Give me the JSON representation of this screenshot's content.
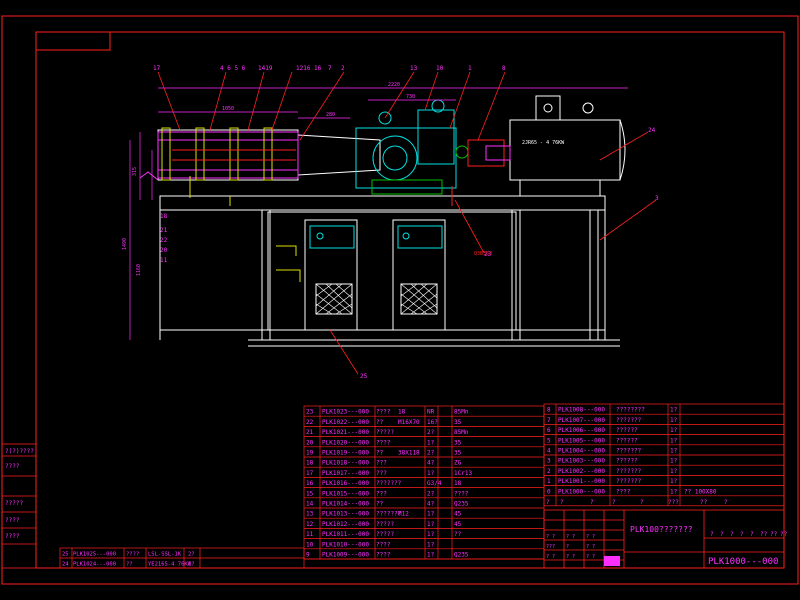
{
  "colors": {
    "background": "#000000",
    "frame": "#ff2020",
    "geometry": "#ffffff",
    "cyan": "#00e0e0",
    "magenta": "#ff30ff",
    "yellow": "#e0e000",
    "green": "#00c000"
  },
  "callouts": [
    "17",
    "4 6 5 6",
    "1419",
    "1216 16",
    "7",
    "2",
    "13",
    "10",
    "1",
    "8",
    "24",
    "3",
    "18",
    "21",
    "22",
    "20",
    "11",
    "25",
    "23"
  ],
  "dimensions": [
    "1050",
    "280",
    "2220",
    "730",
    "1490",
    "1160",
    "315",
    "2JR65 - 4 76KW",
    "Q3B353"
  ],
  "parts_left": [
    {
      "no": "23",
      "code": "PLK1023---000",
      "name": "????",
      "qty": "18",
      "mat": "NR",
      "note": "85Mn"
    },
    {
      "no": "22",
      "code": "PLK1022---000",
      "name": "??",
      "qty": "M16X70",
      "mat": "16?",
      "note": "35"
    },
    {
      "no": "21",
      "code": "PLK1021---000",
      "name": "?????",
      "qty": "",
      "mat": "2?",
      "note": "85Mn"
    },
    {
      "no": "20",
      "code": "PLK1020---000",
      "name": "????",
      "qty": "",
      "mat": "1?",
      "note": "35"
    },
    {
      "no": "19",
      "code": "PLK1019---000",
      "name": "??",
      "qty": "38X118",
      "mat": "2?",
      "note": "35"
    },
    {
      "no": "18",
      "code": "PLK1018---000",
      "name": "???",
      "qty": "",
      "mat": "4?",
      "note": "ZG"
    },
    {
      "no": "17",
      "code": "PLK1017---000",
      "name": "???",
      "qty": "",
      "mat": "1?",
      "note": "1Cr13"
    },
    {
      "no": "16",
      "code": "PLK1016---000",
      "name": "???????",
      "qty": "",
      "mat": "G3/4",
      "note": "18"
    },
    {
      "no": "15",
      "code": "PLK1015---000",
      "name": "???",
      "qty": "",
      "mat": "2?",
      "note": "????"
    },
    {
      "no": "14",
      "code": "PLK1014---000",
      "name": "??",
      "qty": "",
      "mat": "4?",
      "note": "Q235"
    },
    {
      "no": "13",
      "code": "PLK1013---000",
      "name": "???????",
      "qty": "M12",
      "mat": "1?",
      "note": "45"
    },
    {
      "no": "12",
      "code": "PLK1012---000",
      "name": "?????",
      "qty": "",
      "mat": "1?",
      "note": "45"
    },
    {
      "no": "11",
      "code": "PLK1011---000",
      "name": "?????",
      "qty": "",
      "mat": "1?",
      "note": "??"
    },
    {
      "no": "10",
      "code": "PLK1010---000",
      "name": "????",
      "qty": "",
      "mat": "1?",
      "note": ""
    },
    {
      "no": "9",
      "code": "PLK1009---000",
      "name": "????",
      "qty": "",
      "mat": "1?",
      "note": "Q235"
    }
  ],
  "parts_right": [
    {
      "no": "8",
      "code": "PLK1008---000",
      "name": "????????",
      "qty": "1?",
      "note": ""
    },
    {
      "no": "7",
      "code": "PLK1007---000",
      "name": "???????",
      "qty": "1?",
      "note": ""
    },
    {
      "no": "6",
      "code": "PLK1006---000",
      "name": "??????",
      "qty": "1?",
      "note": ""
    },
    {
      "no": "5",
      "code": "PLK1005---000",
      "name": "??????",
      "qty": "1?",
      "note": ""
    },
    {
      "no": "4",
      "code": "PLK1004---000",
      "name": "???????",
      "qty": "1?",
      "note": ""
    },
    {
      "no": "3",
      "code": "PLK1003---000",
      "name": "??????",
      "qty": "1?",
      "note": ""
    },
    {
      "no": "2",
      "code": "PLK1002---000",
      "name": "???????",
      "qty": "1?",
      "note": ""
    },
    {
      "no": "1",
      "code": "PLK1001---000",
      "name": "???????",
      "qty": "1?",
      "note": ""
    },
    {
      "no": "0",
      "code": "PLK1000---000",
      "name": "????",
      "qty": "1?",
      "note": "?? 100X80"
    }
  ],
  "parts_bottom": [
    {
      "no": "25",
      "code": "PLK1025---000",
      "name": "????",
      "qty": "LSL-SSL-1K",
      "mat": "2?"
    },
    {
      "no": "24",
      "code": "PLK1024---000",
      "name": "??",
      "qty": "YE2165-4 76KW",
      "mat": "1?"
    }
  ],
  "header_row": [
    "?",
    "?",
    "?",
    "?",
    "?",
    "???",
    "??",
    "?"
  ],
  "title_block": {
    "product_name": "PLK100???????",
    "drawing_no": "PLK1000---000",
    "sign_labels": [
      "?",
      "?",
      "?",
      "?",
      "?",
      "??",
      "??",
      "??"
    ],
    "revision_cells": [
      "? ?",
      "? ?",
      "? ?",
      "???",
      "?",
      "? ?",
      "? ?",
      "? ?",
      "? ?"
    ]
  },
  "left_strip": [
    "?(?)????",
    "????",
    "?????",
    "????",
    "????"
  ]
}
